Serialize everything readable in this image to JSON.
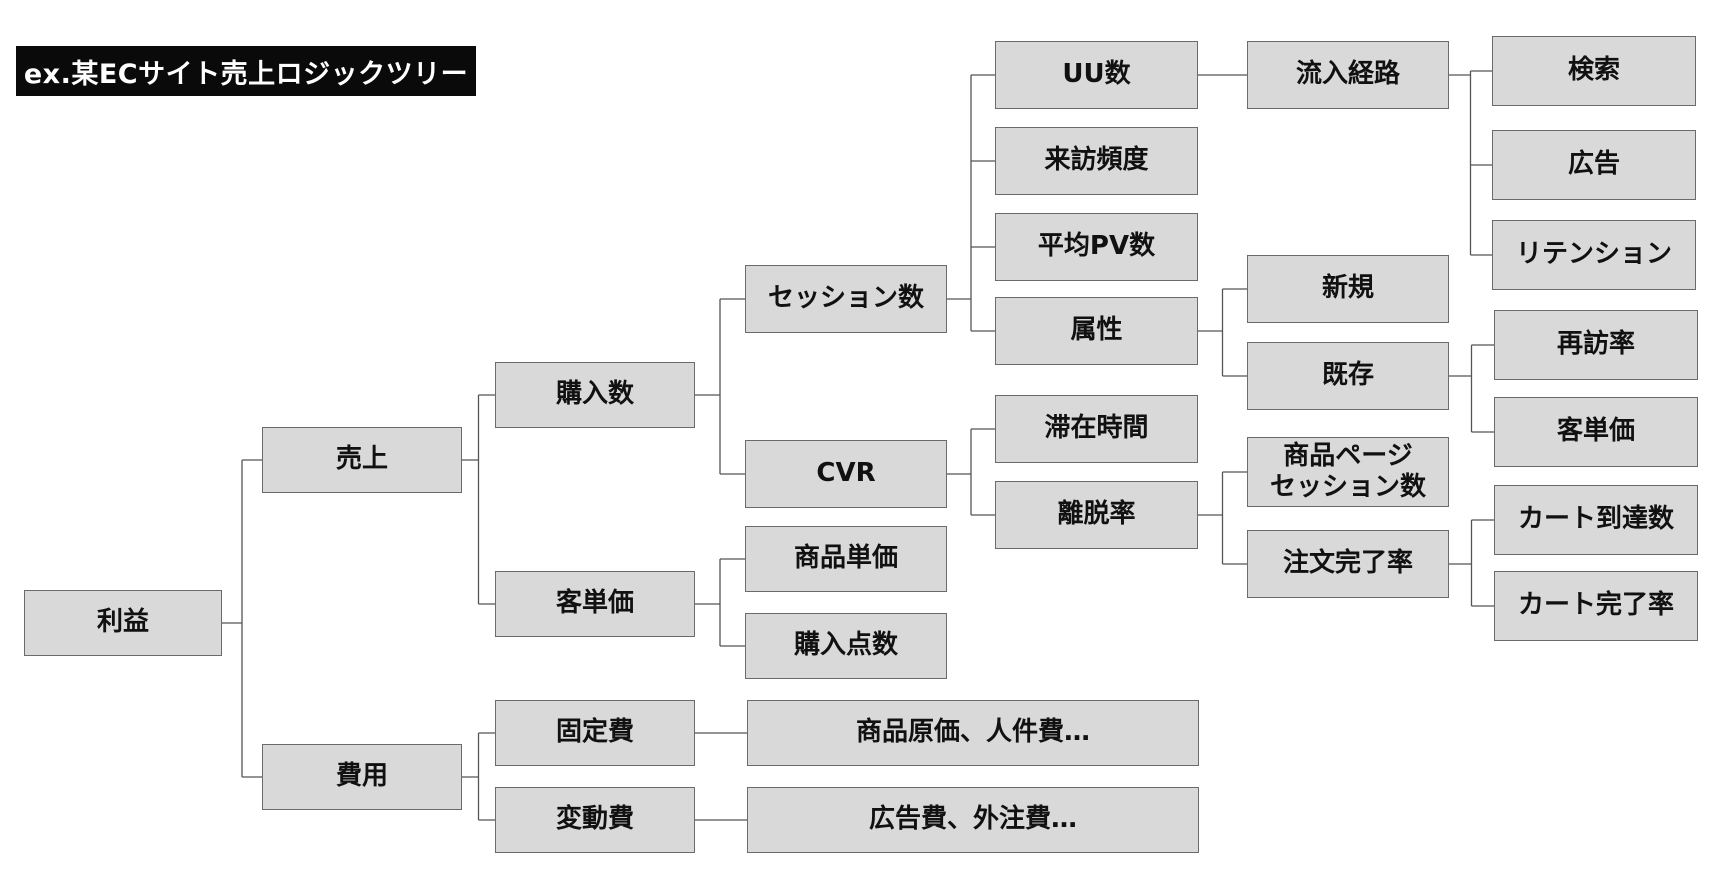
{
  "title": "ex.某ECサイト売上ロジックツリー",
  "colors": {
    "node_fill": "#d9d9d9",
    "node_border": "#6b6b6b",
    "line": "#555555",
    "title_bg": "#0a0a0a"
  },
  "nodes": {
    "rieki": "利益",
    "uriage": "売上",
    "hiyou": "費用",
    "kounyuusuu": "購入数",
    "kyakutanka": "客単価",
    "koteihi": "固定費",
    "hendouhi": "変動費",
    "session": "セッション数",
    "cvr": "CVR",
    "shouhin_tanka": "商品単価",
    "kounyuu_tensuu": "購入点数",
    "koteihi_detail": "商品原価、人件費…",
    "hendouhi_detail": "広告費、外注費…",
    "uu": "UU数",
    "raihou": "来訪頻度",
    "heikin_pv": "平均PV数",
    "zokusei": "属性",
    "taizai": "滞在時間",
    "ridatsu": "離脱率",
    "ryuunyuu": "流入経路",
    "shinki": "新規",
    "kison": "既存",
    "shouhin_page": "商品ページ\nセッション数",
    "chuumon": "注文完了率",
    "kensaku": "検索",
    "koukoku": "広告",
    "retention": "リテンション",
    "saihou": "再訪率",
    "kyakutanka2": "客単価",
    "cart_touchatsu": "カート到達数",
    "cart_kanryou": "カート完了率"
  }
}
